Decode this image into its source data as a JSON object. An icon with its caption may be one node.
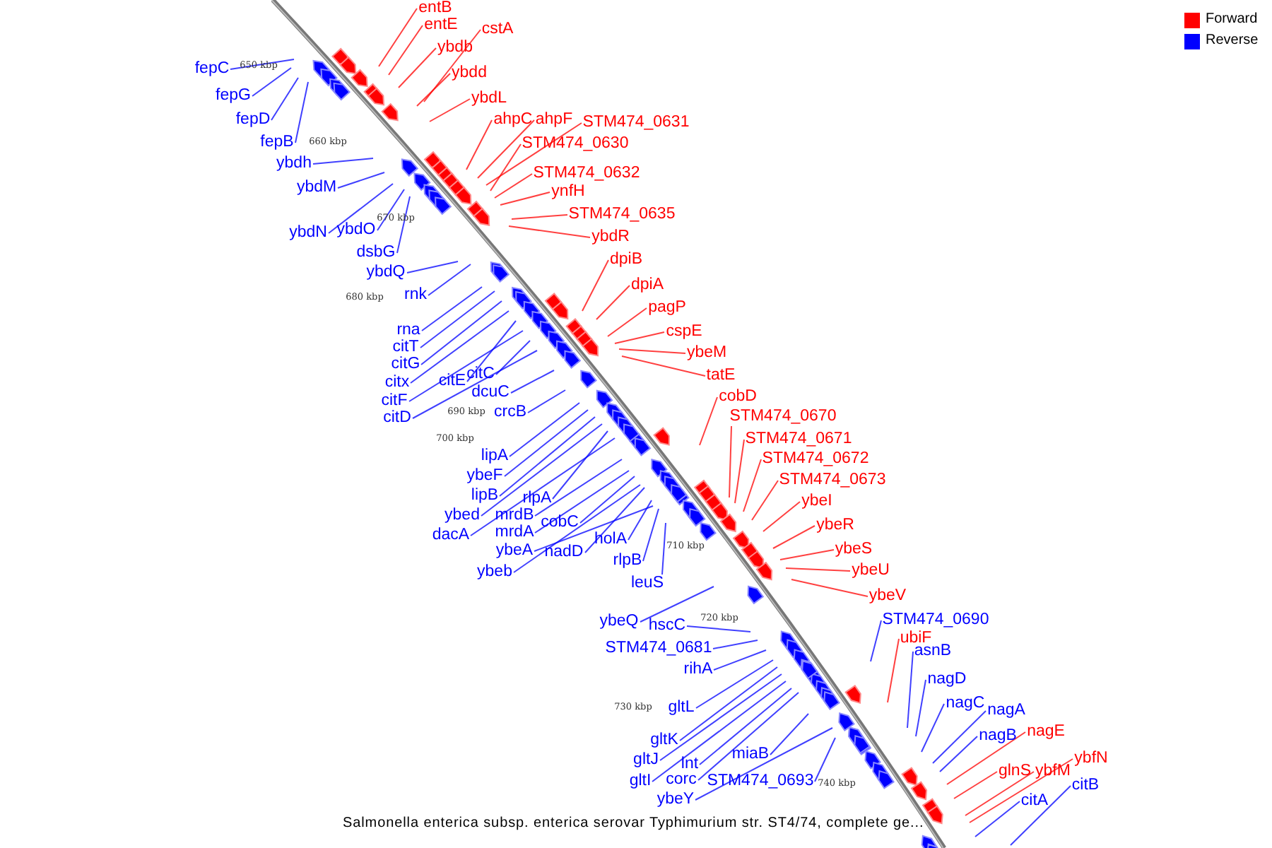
{
  "diagram": {
    "caption": "Salmonella enterica subsp. enterica serovar Typhimurium str. ST4/74, complete ge...",
    "nodes": [
      {
        "text": [
          "fepC"
        ]
      },
      {
        "text": [
          "fepG"
        ]
      },
      {
        "text": [
          "fepD"
        ]
      },
      {
        "text": [
          "fepB"
        ]
      },
      {
        "text": [
          "ybdh"
        ]
      },
      {
        "text": [
          "ybdM"
        ]
      },
      {
        "text": [
          "ybdN"
        ]
      },
      {
        "text": [
          "ybdO"
        ]
      },
      {
        "text": [
          "dsbG"
        ]
      },
      {
        "text": [
          "ybdQ"
        ]
      },
      {
        "text": [
          "rnk"
        ]
      },
      {
        "text": [
          "rna"
        ]
      },
      {
        "text": [
          "citT"
        ]
      },
      {
        "text": [
          "citG"
        ]
      },
      {
        "text": [
          "citx"
        ]
      },
      {
        "text": [
          "citE"
        ]
      },
      {
        "text": [
          "citF"
        ]
      },
      {
        "text": [
          "citC"
        ]
      },
      {
        "text": [
          "citD"
        ]
      },
      {
        "text": [
          "dcuC"
        ]
      },
      {
        "text": [
          "crcB"
        ]
      },
      {
        "text": [
          "lipA"
        ]
      },
      {
        "text": [
          "ybeF"
        ]
      },
      {
        "text": [
          "lipB"
        ]
      },
      {
        "text": [
          "rlpA"
        ]
      },
      {
        "text": [
          "ybed"
        ]
      },
      {
        "text": [
          "mrdB"
        ]
      },
      {
        "text": [
          "dacA"
        ]
      },
      {
        "text": [
          "mrdA"
        ]
      },
      {
        "text": [
          "cobC"
        ]
      },
      {
        "text": [
          "ybeA"
        ]
      },
      {
        "text": [
          "nadD"
        ]
      },
      {
        "text": [
          "holA"
        ]
      },
      {
        "text": [
          "ybeb"
        ]
      },
      {
        "text": [
          "rlpB"
        ]
      },
      {
        "text": [
          "leuS"
        ]
      },
      {
        "text": [
          "ybeQ"
        ]
      },
      {
        "text": [
          "hscC"
        ]
      },
      {
        "text": [
          "STM474_0681"
        ]
      },
      {
        "text": [
          "rihA"
        ]
      },
      {
        "text": [
          "gltL"
        ]
      },
      {
        "text": [
          "gltK"
        ]
      },
      {
        "text": [
          "gltJ"
        ]
      },
      {
        "text": [
          "gltI"
        ]
      },
      {
        "text": [
          "lnt"
        ]
      },
      {
        "text": [
          "corc"
        ]
      },
      {
        "text": [
          "ybeY"
        ]
      },
      {
        "text": [
          "miaB"
        ]
      },
      {
        "text": [
          "STM474_0693"
        ]
      },
      {
        "text": [
          "STM474_0690"
        ]
      },
      {
        "text": [
          "asnB"
        ]
      },
      {
        "text": [
          "nagD"
        ]
      },
      {
        "text": [
          "nagC"
        ]
      },
      {
        "text": [
          "nagA"
        ]
      },
      {
        "text": [
          "nagB"
        ]
      },
      {
        "text": [
          "citA"
        ]
      },
      {
        "text": [
          "citB"
        ]
      },
      {
        "text": [
          "entB"
        ]
      },
      {
        "text": [
          "entE"
        ]
      },
      {
        "text": [
          "ybdb"
        ]
      },
      {
        "text": [
          "cstA"
        ]
      },
      {
        "text": [
          "ybdd"
        ]
      },
      {
        "text": [
          "ybdL"
        ]
      },
      {
        "text": [
          "ahpC"
        ]
      },
      {
        "text": [
          "ahpF"
        ]
      },
      {
        "text": [
          "STM474_0631"
        ]
      },
      {
        "text": [
          "STM474_0630"
        ]
      },
      {
        "text": [
          "STM474_0632"
        ]
      },
      {
        "text": [
          "ynfH"
        ]
      },
      {
        "text": [
          "STM474_0635"
        ]
      },
      {
        "text": [
          "ybdR"
        ]
      },
      {
        "text": [
          "dpiB"
        ]
      },
      {
        "text": [
          "dpiA"
        ]
      },
      {
        "text": [
          "pagP"
        ]
      },
      {
        "text": [
          "cspE"
        ]
      },
      {
        "text": [
          "ybeM"
        ]
      },
      {
        "text": [
          "tatE"
        ]
      },
      {
        "text": [
          "cobD"
        ]
      },
      {
        "text": [
          "STM474_0670"
        ]
      },
      {
        "text": [
          "STM474_0671"
        ]
      },
      {
        "text": [
          "STM474_0672"
        ]
      },
      {
        "text": [
          "STM474_0673"
        ]
      },
      {
        "text": [
          "ybeI"
        ]
      },
      {
        "text": [
          "ybeR"
        ]
      },
      {
        "text": [
          "ybeS"
        ]
      },
      {
        "text": [
          "ybeU"
        ]
      },
      {
        "text": [
          "ybeV"
        ]
      },
      {
        "text": [
          "ubiF"
        ]
      },
      {
        "text": [
          "nagE"
        ]
      },
      {
        "text": [
          "glnS"
        ]
      },
      {
        "text": [
          "ybfM"
        ]
      },
      {
        "text": [
          "ybfN"
        ]
      }
    ],
    "edges": [
      {
        "from": 0,
        "to": null,
        "arrow": "none"
      },
      {
        "from": 1,
        "to": null,
        "arrow": "none"
      },
      {
        "from": 2,
        "to": null,
        "arrow": "none"
      },
      {
        "from": 3,
        "to": null,
        "arrow": "none"
      },
      {
        "from": 4,
        "to": null,
        "arrow": "none"
      },
      {
        "from": 5,
        "to": null,
        "arrow": "none"
      },
      {
        "from": 6,
        "to": null,
        "arrow": "none"
      },
      {
        "from": 7,
        "to": null,
        "arrow": "none"
      },
      {
        "from": 8,
        "to": null,
        "arrow": "none"
      },
      {
        "from": 9,
        "to": null,
        "arrow": "none"
      },
      {
        "from": 10,
        "to": null,
        "arrow": "none"
      },
      {
        "from": 11,
        "to": null,
        "arrow": "none"
      },
      {
        "from": 12,
        "to": null,
        "arrow": "none"
      },
      {
        "from": 13,
        "to": null,
        "arrow": "none"
      },
      {
        "from": 14,
        "to": null,
        "arrow": "none"
      },
      {
        "from": 15,
        "to": null,
        "arrow": "none"
      },
      {
        "from": 16,
        "to": null,
        "arrow": "none"
      },
      {
        "from": 17,
        "to": null,
        "arrow": "none"
      },
      {
        "from": 18,
        "to": null,
        "arrow": "none"
      },
      {
        "from": 19,
        "to": null,
        "arrow": "none"
      },
      {
        "from": 20,
        "to": null,
        "arrow": "none"
      },
      {
        "from": 21,
        "to": null,
        "arrow": "none"
      },
      {
        "from": 22,
        "to": null,
        "arrow": "none"
      },
      {
        "from": 23,
        "to": null,
        "arrow": "none"
      },
      {
        "from": 24,
        "to": null,
        "arrow": "none"
      },
      {
        "from": 25,
        "to": null,
        "arrow": "none"
      },
      {
        "from": 26,
        "to": null,
        "arrow": "none"
      },
      {
        "from": 27,
        "to": null,
        "arrow": "none"
      },
      {
        "from": 28,
        "to": null,
        "arrow": "none"
      },
      {
        "from": 29,
        "to": null,
        "arrow": "none"
      },
      {
        "from": 30,
        "to": null,
        "arrow": "none"
      },
      {
        "from": 31,
        "to": null,
        "arrow": "none"
      },
      {
        "from": 32,
        "to": null,
        "arrow": "none"
      },
      {
        "from": 33,
        "to": null,
        "arrow": "none"
      },
      {
        "from": 34,
        "to": null,
        "arrow": "none"
      },
      {
        "from": 35,
        "to": null,
        "arrow": "none"
      },
      {
        "from": 36,
        "to": null,
        "arrow": "none"
      },
      {
        "from": 37,
        "to": null,
        "arrow": "none"
      },
      {
        "from": 38,
        "to": null,
        "arrow": "none"
      },
      {
        "from": 39,
        "to": null,
        "arrow": "none"
      },
      {
        "from": 40,
        "to": null,
        "arrow": "none"
      },
      {
        "from": 41,
        "to": null,
        "arrow": "none"
      },
      {
        "from": 42,
        "to": null,
        "arrow": "none"
      },
      {
        "from": 43,
        "to": null,
        "arrow": "none"
      },
      {
        "from": 44,
        "to": null,
        "arrow": "none"
      },
      {
        "from": 45,
        "to": null,
        "arrow": "none"
      },
      {
        "from": 46,
        "to": null,
        "arrow": "none"
      },
      {
        "from": 47,
        "to": null,
        "arrow": "none"
      },
      {
        "from": 48,
        "to": null,
        "arrow": "none"
      },
      {
        "from": 49,
        "to": null,
        "arrow": "none"
      },
      {
        "from": 50,
        "to": null,
        "arrow": "none"
      },
      {
        "from": 51,
        "to": null,
        "arrow": "none"
      },
      {
        "from": 52,
        "to": null,
        "arrow": "none"
      },
      {
        "from": 53,
        "to": null,
        "arrow": "none"
      },
      {
        "from": 54,
        "to": null,
        "arrow": "none"
      },
      {
        "from": 55,
        "to": null,
        "arrow": "none"
      },
      {
        "from": 56,
        "to": null,
        "arrow": "none"
      },
      {
        "from": 57,
        "to": null,
        "arrow": "none",
        "color": "#ff0000"
      },
      {
        "from": 58,
        "to": null,
        "arrow": "none",
        "color": "#ff0000"
      },
      {
        "from": 59,
        "to": null,
        "arrow": "none",
        "color": "#ff0000"
      },
      {
        "from": 60,
        "to": null,
        "arrow": "none",
        "color": "#ff0000"
      },
      {
        "from": 61,
        "to": null,
        "arrow": "none",
        "color": "#ff0000"
      },
      {
        "from": 62,
        "to": null,
        "arrow": "none",
        "color": "#ff0000"
      },
      {
        "from": 63,
        "to": null,
        "arrow": "none",
        "color": "#ff0000"
      },
      {
        "from": 64,
        "to": null,
        "arrow": "none",
        "color": "#ff0000"
      },
      {
        "from": 65,
        "to": null,
        "arrow": "none",
        "color": "#ff0000"
      },
      {
        "from": 66,
        "to": null,
        "arrow": "none",
        "color": "#ff0000"
      },
      {
        "from": 67,
        "to": null,
        "arrow": "none",
        "color": "#ff0000"
      },
      {
        "from": 68,
        "to": null,
        "arrow": "none",
        "color": "#ff0000"
      },
      {
        "from": 69,
        "to": null,
        "arrow": "none",
        "color": "#ff0000"
      },
      {
        "from": 70,
        "to": null,
        "arrow": "none",
        "color": "#ff0000"
      },
      {
        "from": 71,
        "to": null,
        "arrow": "none",
        "color": "#ff0000"
      },
      {
        "from": 72,
        "to": null,
        "arrow": "none",
        "color": "#ff0000"
      },
      {
        "from": 73,
        "to": null,
        "arrow": "none",
        "color": "#ff0000"
      },
      {
        "from": 74,
        "to": null,
        "arrow": "none",
        "color": "#ff0000"
      },
      {
        "from": 75,
        "to": null,
        "arrow": "none",
        "color": "#ff0000"
      },
      {
        "from": 76,
        "to": null,
        "arrow": "none",
        "color": "#ff0000"
      },
      {
        "from": 77,
        "to": null,
        "arrow": "none",
        "color": "#ff0000"
      },
      {
        "from": 78,
        "to": null,
        "arrow": "none",
        "color": "#ff0000"
      },
      {
        "from": 79,
        "to": null,
        "arrow": "none",
        "color": "#ff0000"
      },
      {
        "from": 80,
        "to": null,
        "arrow": "none",
        "color": "#ff0000"
      },
      {
        "from": 81,
        "to": null,
        "arrow": "none",
        "color": "#ff0000"
      },
      {
        "from": 82,
        "to": null,
        "arrow": "none",
        "color": "#ff0000"
      },
      {
        "from": 83,
        "to": null,
        "arrow": "none",
        "color": "#ff0000"
      },
      {
        "from": 84,
        "to": null,
        "arrow": "none",
        "color": "#ff0000"
      },
      {
        "from": 85,
        "to": null,
        "arrow": "none",
        "color": "#ff0000"
      },
      {
        "from": 86,
        "to": null,
        "arrow": "none",
        "color": "#ff0000"
      },
      {
        "from": 87,
        "to": null,
        "arrow": "none",
        "color": "#ff0000"
      },
      {
        "from": 88,
        "to": null,
        "arrow": "none",
        "color": "#ff0000"
      },
      {
        "from": 89,
        "to": null,
        "arrow": "none",
        "color": "#ff0000"
      },
      {
        "from": 90,
        "to": null,
        "arrow": "none",
        "color": "#ff0000"
      },
      {
        "from": 91,
        "to": null,
        "arrow": "none",
        "color": "#ff0000"
      }
    ],
    "labels": [
      "650 kbp",
      "660 kbp",
      "670 kbp",
      "680 kbp",
      "690 kbp",
      "700 kbp",
      "710 kbp",
      "720 kbp",
      "730 kbp",
      "740 kbp"
    ],
    "legend": [
      {
        "text": "Forward",
        "color": "#ff0000"
      },
      {
        "text": "Reverse",
        "color": "#0000ff"
      }
    ]
  }
}
